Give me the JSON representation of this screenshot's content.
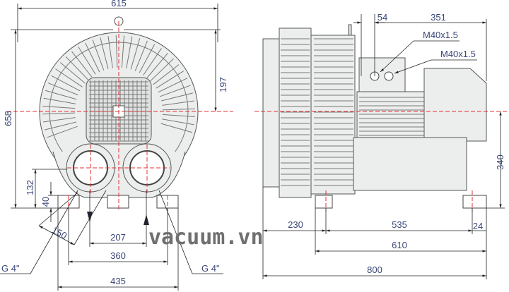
{
  "drawing": {
    "front_view": {
      "overall_width": "615",
      "overall_height": "658",
      "center_height_from_top": "197",
      "port_center_height": "132",
      "foot_height": "40",
      "port_diameter": "150",
      "port_spacing": "207",
      "foot_spacing": "360",
      "base_width": "435",
      "port_thread_left": "G 4\"",
      "port_thread_right": "G 4\""
    },
    "side_view": {
      "cable_gland_spacing": "54",
      "gland_to_end": "351",
      "cable_gland_1": "M40x1.5",
      "cable_gland_2": "M40x1.5",
      "shaft_height": "340",
      "front_overhang": "230",
      "foot_spacing": "535",
      "rear_overhang": "24",
      "foot_outer": "610",
      "overall_length": "800"
    },
    "watermark": "vacuum.vn",
    "colors": {
      "dimension": "#3a4778",
      "centerline": "#e53030"
    }
  }
}
